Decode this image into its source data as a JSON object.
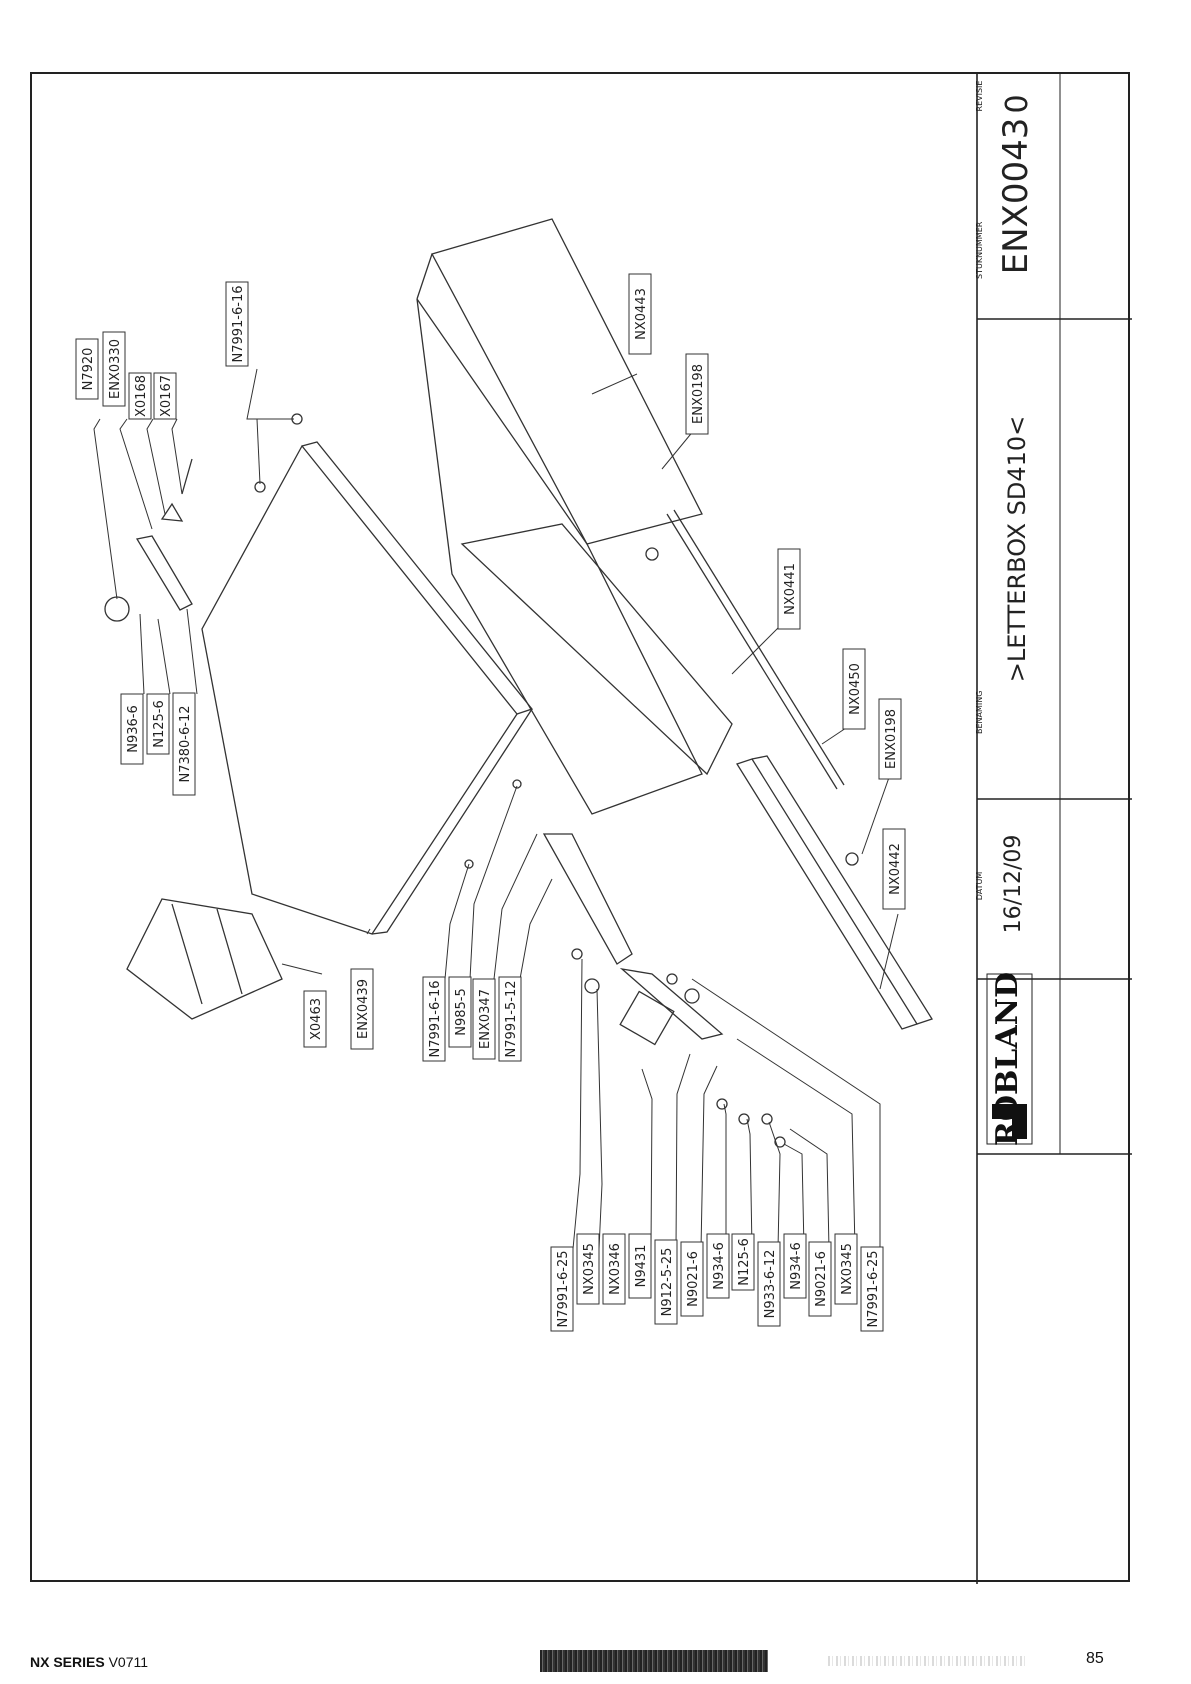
{
  "title_block": {
    "logo_text": "ROBLAND",
    "datum_label": "DATUM",
    "datum_value": "16/12/09",
    "benaming_label": "BENAMING",
    "benaming_value": ">LETTERBOX SD410<",
    "stuknummer_label": "STUKNUMMER",
    "stuknummer_value": "ENX0043",
    "revisie_label": "REVISIE",
    "revisie_value": "0"
  },
  "part_labels": [
    "N7920",
    "ENX0330",
    "X0168",
    "X0167",
    "N7991-6-16",
    "N936-6",
    "N125-6",
    "N7380-6-12",
    "NX0443",
    "ENX0198",
    "NX0441",
    "NX0450",
    "ENX0198",
    "NX0442",
    "X0463",
    "ENX0439",
    "N7991-6-16",
    "N985-5",
    "ENX0347",
    "N7991-5-12",
    "N7991-6-25",
    "NX0345",
    "NX0346",
    "N9431",
    "N912-5-25",
    "N9021-6",
    "N934-6",
    "N125-6",
    "N933-6-12",
    "N934-6",
    "N9021-6",
    "NX0345",
    "N7991-6-25"
  ],
  "footer": {
    "series_bold": "NX SERIES",
    "series_version": "V0711",
    "page_number": "85"
  }
}
